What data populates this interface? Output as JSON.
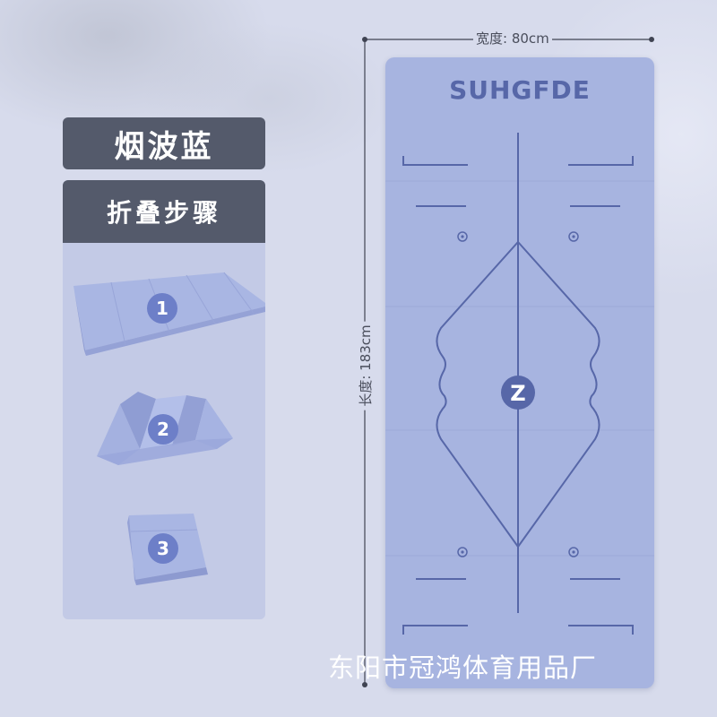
{
  "color_name": "烟波蓝",
  "steps": {
    "title": "折叠步骤",
    "items": [
      {
        "number": "1"
      },
      {
        "number": "2"
      },
      {
        "number": "3"
      }
    ]
  },
  "dimensions": {
    "width": "宽度: 80cm",
    "height": "长度: 183cm"
  },
  "mat": {
    "brand": "SUHGFDE",
    "center_logo": "Z"
  },
  "company": "东阳市冠鸿体育用品厂",
  "colors": {
    "mat": "#a7b4e0",
    "mat_lines": "#5767a8",
    "tag_bg": "#545a6b",
    "panel_bg": "#c3cae6",
    "background": "#d7dbec"
  }
}
